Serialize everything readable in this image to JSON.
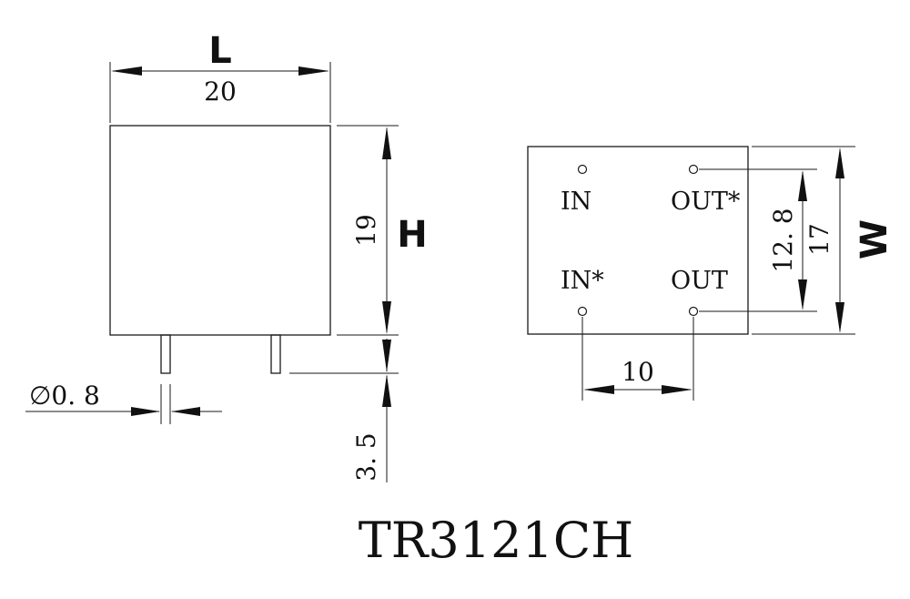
{
  "side_view": {
    "length_letter": "L",
    "length_value": "20",
    "height_letter": "H",
    "height_value": "19",
    "pin_diameter": "∅0. 8",
    "pin_length": "3. 5"
  },
  "bottom_view": {
    "pins": {
      "in": "IN",
      "in_star": "IN*",
      "out": "OUT",
      "out_star": "OUT*"
    },
    "pin_row_spacing": "12. 8",
    "width_value": "17",
    "width_letter": "W",
    "pin_column_spacing": "10"
  },
  "model": "TR3121CH"
}
